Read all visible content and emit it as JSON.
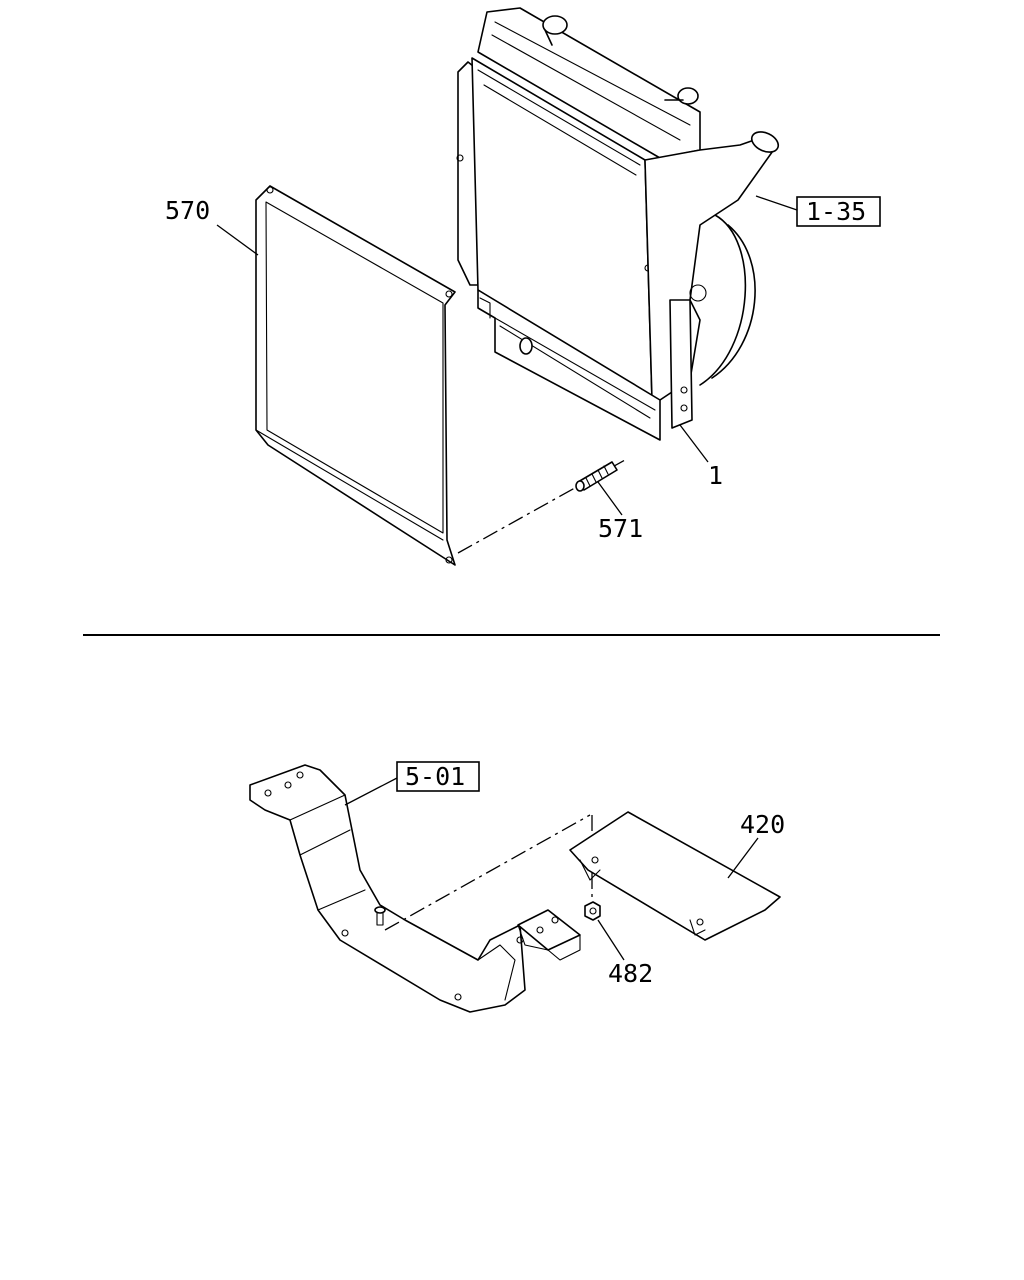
{
  "callouts": {
    "shroud": "570",
    "ref_radiator": "1-35",
    "radiator": "1",
    "clip": "571",
    "ref_frame": "5-01",
    "under_cover": "420",
    "nut": "482"
  }
}
